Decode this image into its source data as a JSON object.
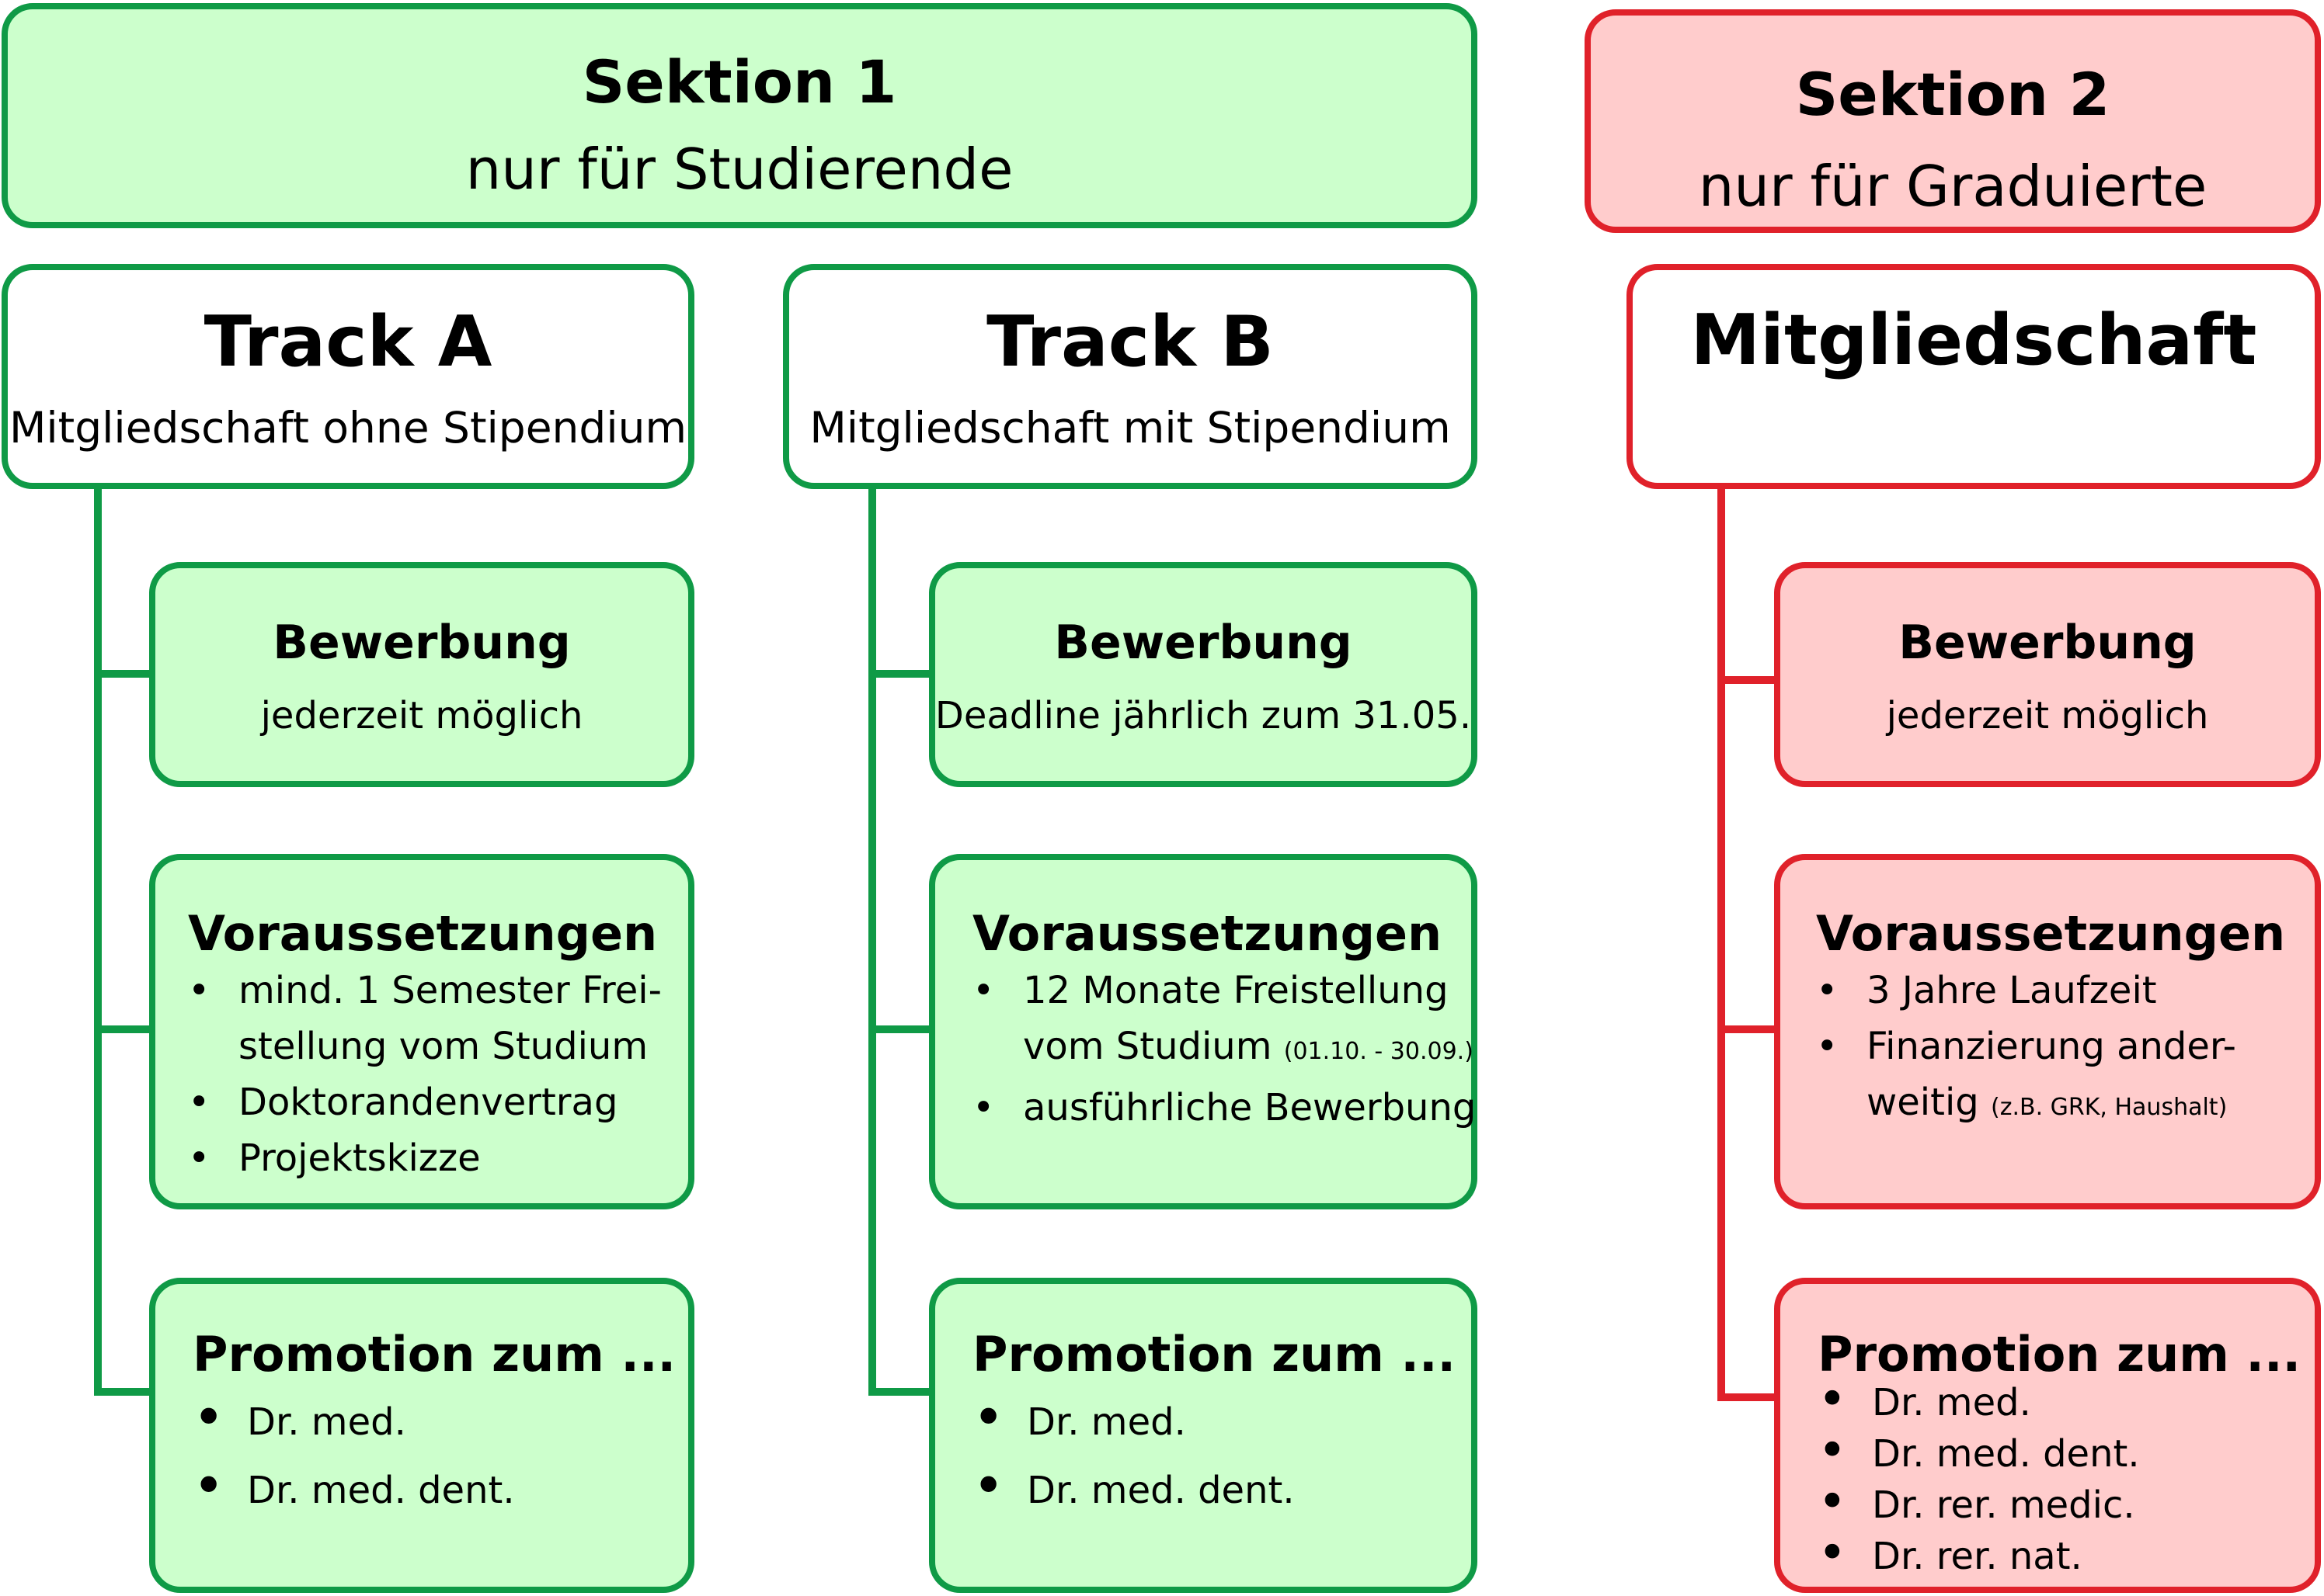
{
  "colors": {
    "green_fill": "#ccffcc",
    "green_border": "#0f9a46",
    "red_fill": "#ffcccc",
    "red_border": "#e0212a"
  },
  "section1": {
    "title": "Sektion 1",
    "subtitle": "nur für Studierende",
    "track_a": {
      "title": "Track A",
      "subtitle": "Mitgliedschaft ohne Stipendium",
      "bewerbung": {
        "title": "Bewerbung",
        "text": "jederzeit möglich"
      },
      "voraussetzungen": {
        "title": "Voraussetzungen",
        "items": [
          {
            "line1": "mind. 1 Semester Frei-",
            "line2": "stellung vom Studium"
          },
          {
            "line1": "Doktorandenvertrag"
          },
          {
            "line1": "Projektskizze"
          }
        ]
      },
      "promotion": {
        "title": "Promotion zum ...",
        "items": [
          "Dr. med.",
          "Dr. med. dent."
        ]
      }
    },
    "track_b": {
      "title": "Track B",
      "subtitle": "Mitgliedschaft mit Stipendium",
      "bewerbung": {
        "title": "Bewerbung",
        "text": "Deadline jährlich zum 31.05."
      },
      "voraussetzungen": {
        "title": "Voraussetzungen",
        "items": [
          {
            "line1": "12 Monate Freistellung",
            "line2": "vom Studium",
            "note": "(01.10. - 30.09.)"
          },
          {
            "line1": "ausführliche Bewerbung"
          }
        ]
      },
      "promotion": {
        "title": "Promotion zum ...",
        "items": [
          "Dr. med.",
          "Dr. med. dent."
        ]
      }
    }
  },
  "section2": {
    "title": "Sektion 2",
    "subtitle": "nur für Graduierte",
    "membership": {
      "title": "Mitgliedschaft",
      "bewerbung": {
        "title": "Bewerbung",
        "text": "jederzeit möglich"
      },
      "voraussetzungen": {
        "title": "Voraussetzungen",
        "items": [
          {
            "line1": "3 Jahre Laufzeit"
          },
          {
            "line1": "Finanzierung ander-",
            "line2": "weitig",
            "note": "(z.B. GRK, Haushalt)"
          }
        ]
      },
      "promotion": {
        "title": "Promotion zum ...",
        "items": [
          "Dr. med.",
          "Dr. med. dent.",
          "Dr. rer. medic.",
          "Dr. rer. nat."
        ]
      }
    }
  }
}
